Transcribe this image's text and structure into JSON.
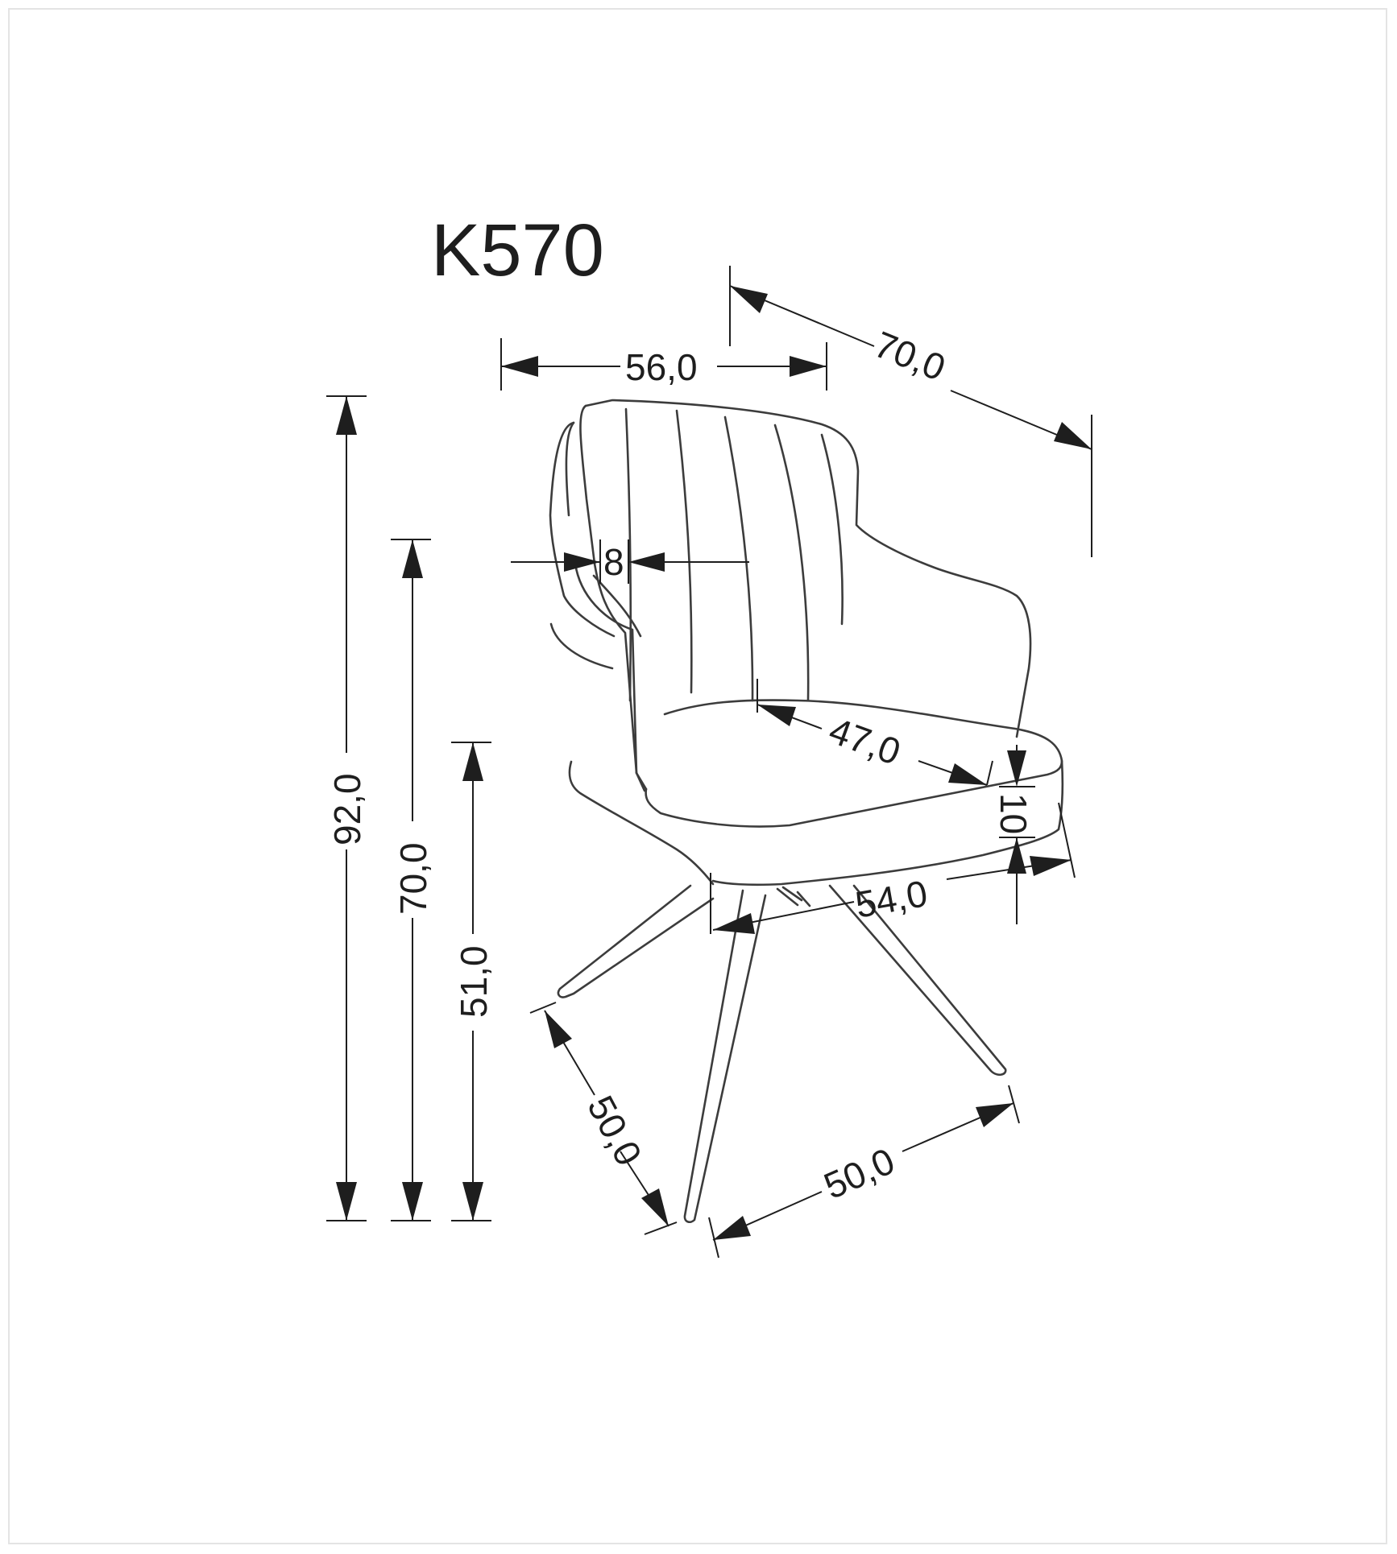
{
  "title": "K570",
  "colors": {
    "line": "#3c3c3c",
    "dimension": "#1e1e1e",
    "frame": "#e4e4e4",
    "background": "#ffffff"
  },
  "dimensions": {
    "width_total": "56,0",
    "depth_total": "70,0",
    "height_total": "92,0",
    "armrest_height": "70,0",
    "seat_height": "51,0",
    "back_thickness": "8",
    "seat_depth": "47,0",
    "seat_thickness": "10",
    "seat_width": "54,0",
    "base_depth": "50,0",
    "base_width": "50,0"
  }
}
